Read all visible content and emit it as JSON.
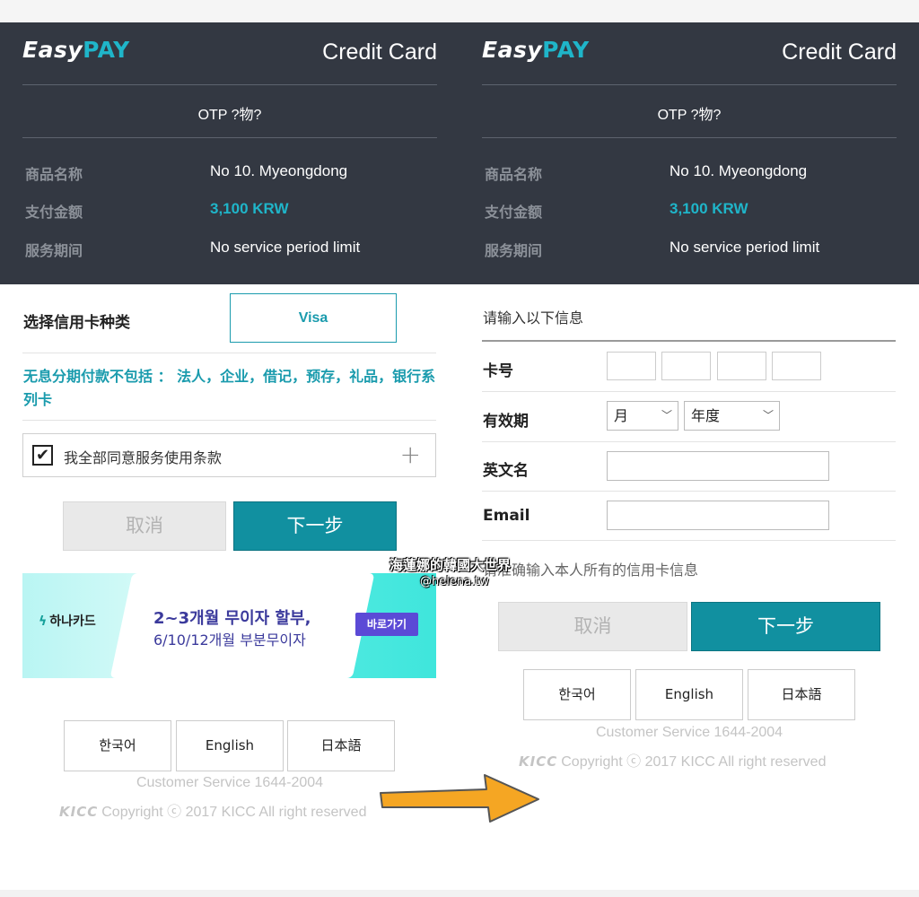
{
  "brand": {
    "logo_easy": "Easy",
    "logo_pay": "PAY",
    "title": "Credit Card"
  },
  "header": {
    "otp": "OTP ?物?",
    "rows": [
      {
        "label": "商品名称",
        "value": "No 10. Myeongdong"
      },
      {
        "label": "支付金额",
        "value": "3,100 KRW"
      },
      {
        "label": "服务期间",
        "value": "No service period limit"
      }
    ]
  },
  "left": {
    "card_type_label": "选择信用卡种类",
    "card_type_value": "Visa",
    "notice": "无息分期付款不包括 ： 法人，企业，借记，预存，礼品，银行系列卡",
    "agree_text": "我全部同意服务使用条款",
    "agree_check": "✔",
    "agree_plus": "+",
    "cancel": "取消",
    "next": "下一步",
    "banner": {
      "brand": "하나카드",
      "line1": "2~3개월 무이자 할부,",
      "line2": "6/10/12개월 부분무이자",
      "button": "바로가기"
    }
  },
  "right": {
    "form_title": "请输入以下信息",
    "card_number_label": "卡号",
    "expiry_label": "有效期",
    "month_select": "月",
    "year_select": "年度",
    "name_label": "英文名",
    "email_label": "Email",
    "hint": "请准确输入本人所有的信用卡信息",
    "cancel": "取消",
    "next": "下一步"
  },
  "footer": {
    "languages": [
      "한국어",
      "English",
      "日本語"
    ],
    "customer_service": "Customer Service 1644-2004",
    "kicc": "KICC",
    "copyright": "Copyright ⓒ 2017 KICC All right reserved"
  },
  "overlay": {
    "watermark_line1": "海蓮娜的韓國大世界",
    "watermark_line2": "@helena.tw"
  },
  "colors": {
    "header_bg": "#333842",
    "accent": "#1fb5c9",
    "button_primary": "#1190a0",
    "arrow": "#f5a623"
  }
}
